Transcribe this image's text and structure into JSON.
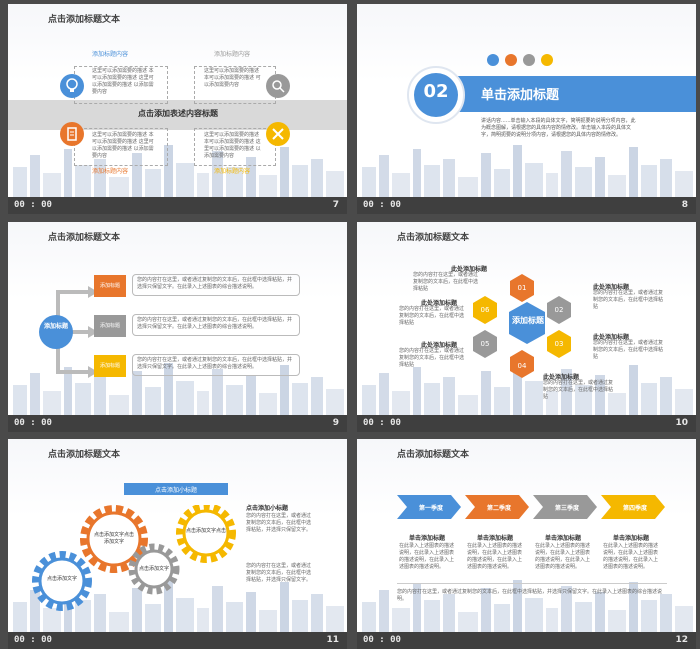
{
  "slides": [
    {
      "number": "7",
      "time": "00 : 00",
      "title": "点击添加标题文本",
      "band_text": "点击添加表述内容标题",
      "items": [
        {
          "heading": "添加标题内容",
          "body": "这里可以添加需要的描述 本可以添加需要的描述 这里可以添加需要的描述 以添加需要内容"
        },
        {
          "heading": "添加标题内容",
          "body": "这里可以添加需要的描述 本可以添加需要的描述 可以添加需要内容"
        },
        {
          "heading": "添加标题内容",
          "body": "这里可以添加需要的描述 本可以添加需要的描述 这里可以添加需要的描述 以添加需要内容"
        },
        {
          "heading": "添加标题内容",
          "body": "这里可以添加需要的描述 本可以添加需要的描述 这里可以添加需要的描述 以添加需要内容"
        }
      ],
      "colors": [
        "#4a90d9",
        "#e8762c",
        "#999999",
        "#f5b800"
      ]
    },
    {
      "number": "8",
      "time": "00 : 00",
      "badge": "02",
      "heading": "单击添加标题",
      "body": "讲话内容......单击输入本段的具体文字，简明扼要的说明分项内容，此为概念图解，请根据您的具体内容酌情修改。单击输入本段的具体文字，简明扼要的说明分项内容，请根据您的具体内容酌情修改。"
    },
    {
      "number": "9",
      "time": "00 : 00",
      "title": "点击添加标题文本",
      "hub": "添加标题",
      "rows": [
        {
          "label": "添加标题",
          "color": "#e8762c",
          "text": "您的内容打在这里，或者通过复制您的文本后，在此框中选择粘贴，并选择只保留文字。在此录入上述图表的综合描述说明。"
        },
        {
          "label": "添加标题",
          "color": "#999999",
          "text": "您的内容打在这里，或者通过复制您的文本后，在此框中选择粘贴，并选择只保留文字。在此录入上述图表的综合描述说明。"
        },
        {
          "label": "添加标题",
          "color": "#f5b800",
          "text": "您的内容打在这里，或者通过复制您的文本后，在此框中选择粘贴，并选择只保留文字。在此录入上述图表的综合描述说明。"
        }
      ]
    },
    {
      "number": "10",
      "time": "00 : 00",
      "title": "点击添加标题文本",
      "center": "添加标题",
      "hexes": [
        "01",
        "02",
        "03",
        "04",
        "05",
        "06"
      ],
      "labels": [
        {
          "heading": "此处添加标题",
          "text": "您的内容打在这里，或者通过复制您的文本后，在此框中选择粘贴"
        },
        {
          "heading": "此处添加标题",
          "text": "您的内容打在这里，或者通过复制您的文本后，在此框中选择粘贴"
        },
        {
          "heading": "此处添加标题",
          "text": "您的内容打在这里，或者通过复制您的文本后，在此框中选择粘贴"
        },
        {
          "heading": "此处添加标题",
          "text": "您的内容打在这里，或者通过复制您的文本后，在此框中选择粘贴"
        },
        {
          "heading": "此处添加标题",
          "text": "您的内容打在这里，或者通过复制您的文本后，在此框中选择粘贴"
        },
        {
          "heading": "此处添加标题",
          "text": "您的内容打在这里，或者通过复制您的文本后，在此框中选择粘贴"
        }
      ]
    },
    {
      "number": "11",
      "time": "00 : 00",
      "title": "点击添加标题文本",
      "banner": "点击添加小标题",
      "gears": [
        {
          "text": "点击添加文字",
          "color": "#4a90d9"
        },
        {
          "text": "点击添加文字点击添加文字",
          "color": "#e8762c"
        },
        {
          "text": "点击添加文字",
          "color": "#999999"
        },
        {
          "text": "点击添加文字点击",
          "color": "#f5b800"
        }
      ],
      "side_heading": "点击添加小标题",
      "side_text_1": "您的内容打在这里，或者通过复制您的文本后，在此框中选择粘贴，并选择只保留文字。",
      "side_text_2": "您的内容打在这里，或者通过复制您的文本后，在此框中选择粘贴，并选择只保留文字。"
    },
    {
      "number": "12",
      "time": "00 : 00",
      "title": "点击添加标题文本",
      "quarters": [
        {
          "label": "第一季度",
          "color": "#4a90d9"
        },
        {
          "label": "第二季度",
          "color": "#e8762c"
        },
        {
          "label": "第三季度",
          "color": "#999999"
        },
        {
          "label": "第四季度",
          "color": "#f5b800"
        }
      ],
      "cols": [
        {
          "heading": "单击添加标题",
          "text": "在此录入上述图表的描述说明，在此录入上述图表的描述说明，在此录入上述图表的描述说明。"
        },
        {
          "heading": "单击添加标题",
          "text": "在此录入上述图表的描述说明，在此录入上述图表的描述说明，在此录入上述图表的描述说明。"
        },
        {
          "heading": "单击添加标题",
          "text": "在此录入上述图表的描述说明，在此录入上述图表的描述说明，在此录入上述图表的描述说明。"
        },
        {
          "heading": "单击添加标题",
          "text": "在此录入上述图表的描述说明，在此录入上述图表的描述说明，在此录入上述图表的描述说明。"
        }
      ],
      "footer": "您的内容打在这里，或者通过复制您的文本后，在此框中选择粘贴，并选择只保留文字。在此录入上述图表的综合描述说明。"
    }
  ]
}
